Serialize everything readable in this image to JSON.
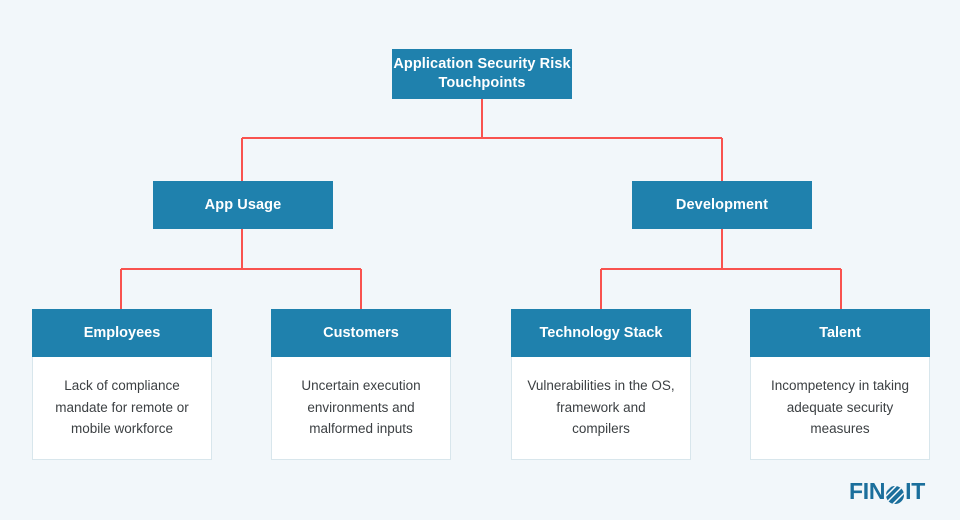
{
  "theme": {
    "background": "#f2f7fa",
    "node_blue": "#1f81ad",
    "connector_red": "#f9534f",
    "card_border": "#d8e6ec",
    "body_text": "#3c4043",
    "logo_blue": "#1b6f9c"
  },
  "diagram": {
    "type": "tree",
    "root": {
      "label": "Application Security Risk Touchpoints"
    },
    "branches": [
      {
        "label": "App Usage"
      },
      {
        "label": "Development"
      }
    ],
    "leaves": [
      {
        "title": "Employees",
        "body": "Lack of compliance mandate for remote or mobile workforce"
      },
      {
        "title": "Customers",
        "body": "Uncertain execution environments and malformed inputs"
      },
      {
        "title": "Technology Stack",
        "body": "Vulnerabilities in the OS, framework and compilers"
      },
      {
        "title": "Talent",
        "body": "Incompetency in taking adequate security measures"
      }
    ]
  },
  "logo": {
    "text_before": "FIN",
    "text_after": "IT",
    "mark": "striped-circle-icon"
  }
}
